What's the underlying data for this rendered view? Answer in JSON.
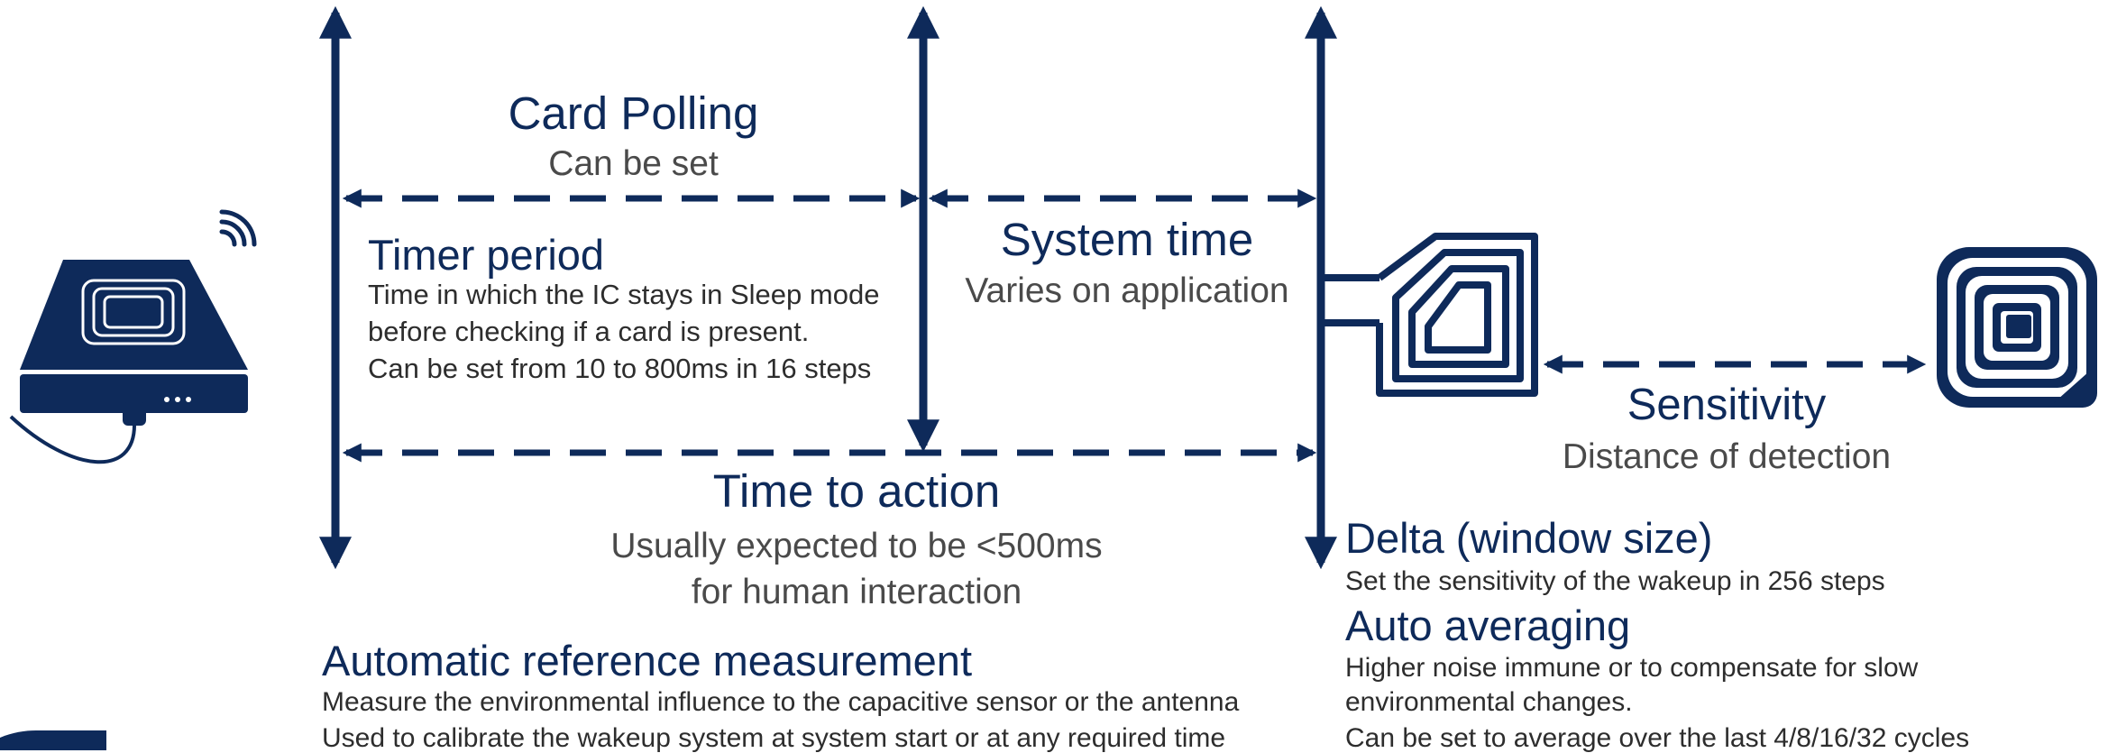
{
  "card_polling": {
    "title": "Card Polling",
    "subtitle": "Can be set"
  },
  "timer_period": {
    "title": "Timer period",
    "lines": [
      "Time in which the IC stays in Sleep mode",
      "before checking if a card is present.",
      "Can be set from 10 to 800ms in 16 steps"
    ]
  },
  "system_time": {
    "title": "System time",
    "subtitle": "Varies on application"
  },
  "time_to_action": {
    "title": "Time to action",
    "subtitle_lines": [
      "Usually expected to be <500ms",
      "for human interaction"
    ]
  },
  "sensitivity": {
    "title": "Sensitivity",
    "subtitle": "Distance of detection"
  },
  "delta": {
    "title": "Delta (window size)",
    "description": "Set the sensitivity of the wakeup in 256 steps"
  },
  "auto_averaging": {
    "title": "Auto averaging",
    "lines": [
      "Higher noise immune or to compensate for slow",
      "environmental changes.",
      "Can be set to average over the last 4/8/16/32 cycles"
    ]
  },
  "automatic_reference": {
    "title": "Automatic reference measurement",
    "lines": [
      "Measure the environmental influence to the capacitive sensor or the antenna",
      "Used to calibrate the wakeup system at system start or at any required time"
    ]
  },
  "colors": {
    "primary": "#0e2a5a",
    "subtitle": "#4a4a4a",
    "body": "#2d2d2d"
  },
  "icons": [
    "nfc-reader-icon",
    "wireless-signal-icon",
    "antenna-coil-icon",
    "nfc-tag-icon"
  ]
}
